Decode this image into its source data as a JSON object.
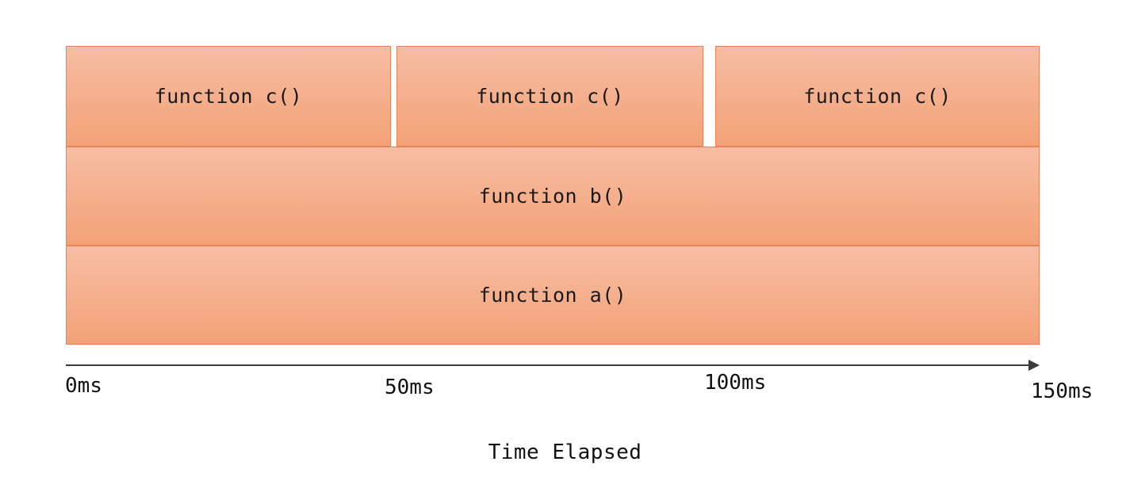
{
  "chart_data": {
    "type": "bar",
    "title": "",
    "xlabel": "Time Elapsed",
    "ylabel": "",
    "xlim": [
      0,
      150
    ],
    "x_unit": "ms",
    "grid": false,
    "legend": "none",
    "orientation": "horizontal-timeline",
    "style": "flame-graph",
    "xticks": [
      0,
      50,
      100,
      150
    ],
    "xtick_labels": [
      "0ms",
      "50ms",
      "100ms",
      "150ms"
    ],
    "depth_levels": 3,
    "bars": [
      {
        "label": "function c()",
        "depth": 2,
        "start_ms": 0,
        "end_ms": 50,
        "duration_ms": 50
      },
      {
        "label": "function c()",
        "depth": 2,
        "start_ms": 51,
        "end_ms": 98,
        "duration_ms": 47
      },
      {
        "label": "function c()",
        "depth": 2,
        "start_ms": 100,
        "end_ms": 150,
        "duration_ms": 50
      },
      {
        "label": "function b()",
        "depth": 1,
        "start_ms": 0,
        "end_ms": 150,
        "duration_ms": 150
      },
      {
        "label": "function a()",
        "depth": 0,
        "start_ms": 0,
        "end_ms": 150,
        "duration_ms": 150
      }
    ],
    "colors": {
      "bar_gradient_top": "#f7bda4",
      "bar_gradient_bottom": "#f3a276",
      "bar_border": "#e8845a",
      "axis": "#3b3b3b",
      "text": "#111111",
      "background": "#ffffff"
    }
  }
}
